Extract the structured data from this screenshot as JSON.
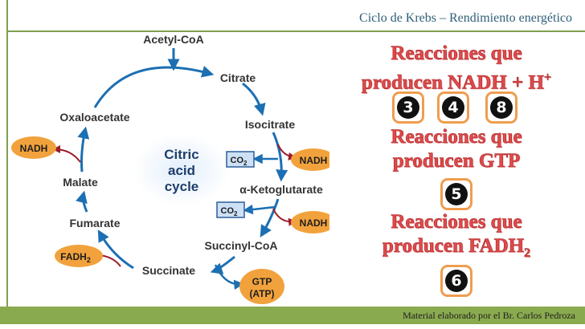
{
  "header": {
    "title": "Ciclo de Krebs – Rendimiento energético"
  },
  "diagram": {
    "center_label": [
      "Citric",
      "acid",
      "cycle"
    ],
    "metabolites": {
      "acetyl_coa": "Acetyl-CoA",
      "citrate": "Citrate",
      "isocitrate": "Isocitrate",
      "ketoglutarate": "α-Ketoglutarate",
      "succinyl_coa": "Succinyl-CoA",
      "succinate": "Succinate",
      "fumarate": "Fumarate",
      "malate": "Malate",
      "oxaloacetate": "Oxaloacetate"
    },
    "products": {
      "nadh": "NADH",
      "co2": "CO",
      "co2_sub": "2",
      "fadh2": "FADH",
      "fadh2_sub": "2",
      "gtp": "GTP",
      "atp": "(ATP)"
    },
    "colors": {
      "cycle_arrow": "#1c6fb3",
      "side_arrow": "#9b1c2a",
      "product_oval": "#f2a23c",
      "co2_box": "#cde0f5"
    }
  },
  "panel": {
    "nadh": {
      "line1": "Reacciones que",
      "line2": "producen NADH + H",
      "sup": "+",
      "numbers": [
        "3",
        "4",
        "8"
      ]
    },
    "gtp": {
      "line1": "Reacciones que",
      "line2": "producen GTP",
      "numbers": [
        "5"
      ]
    },
    "fadh": {
      "line1": "Reacciones que",
      "line2": "producen FADH",
      "sub": "2",
      "numbers": [
        "6"
      ]
    },
    "colors": {
      "heading": "#e2494a",
      "badge_border": "#ef9d4f"
    }
  },
  "footer": {
    "text": "Material elaborado por el Br. Carlos Pedroza"
  }
}
